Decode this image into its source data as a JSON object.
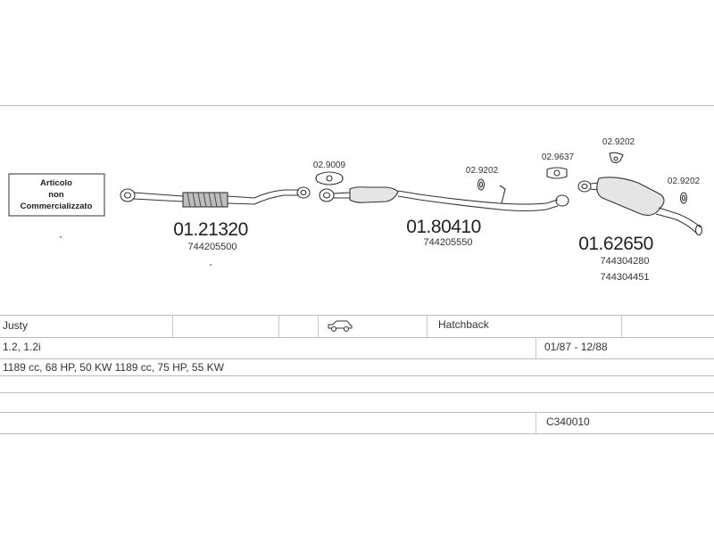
{
  "notice_box": {
    "line1": "Articolo",
    "line2": "non",
    "line3": "Commercializzato"
  },
  "parts": [
    {
      "part_number": "01.21320",
      "oem": [
        "744205500"
      ]
    },
    {
      "part_number": "01.80410",
      "oem": [
        "744205550"
      ]
    },
    {
      "part_number": "01.62650",
      "oem": [
        "744304280",
        "744304451"
      ]
    }
  ],
  "fittings": [
    "02.9009",
    "02.9202",
    "02.9637",
    "02.9202",
    "02.9202"
  ],
  "vehicle": {
    "model": "Justy",
    "body_icon": "car-icon",
    "body_type": "Hatchback",
    "engine": "1.2, 1.2i",
    "years": "01/87 - 12/88",
    "specs": "1189 cc, 68 HP, 50 KW 1189 cc, 75 HP, 55 KW",
    "code": "C340010"
  }
}
